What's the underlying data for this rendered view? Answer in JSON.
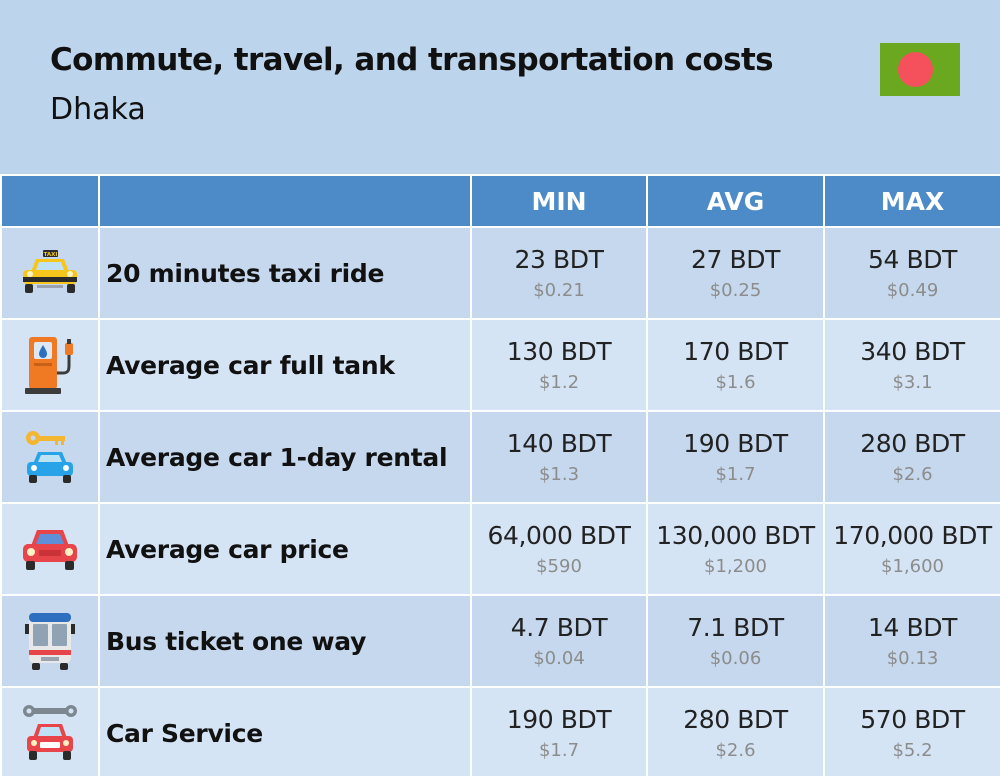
{
  "header": {
    "title": "Commute, travel, and transportation costs",
    "city": "Dhaka",
    "flag": {
      "icon": "bangladesh-flag-icon",
      "field_color": "#6aa820",
      "disc_color": "#f4515c"
    }
  },
  "colors": {
    "page_background": "#bcd5ed",
    "header_row": "#4c8bc8",
    "row_odd": "#c6d8ee",
    "row_even": "#d5e4f4"
  },
  "columns": [
    "MIN",
    "AVG",
    "MAX"
  ],
  "rows": [
    {
      "icon": "taxi-icon",
      "label": "20 minutes taxi ride",
      "min": {
        "local": "23 BDT",
        "usd": "$0.21"
      },
      "avg": {
        "local": "27 BDT",
        "usd": "$0.25"
      },
      "max": {
        "local": "54 BDT",
        "usd": "$0.49"
      }
    },
    {
      "icon": "fuel-pump-icon",
      "label": "Average car full tank",
      "min": {
        "local": "130 BDT",
        "usd": "$1.2"
      },
      "avg": {
        "local": "170 BDT",
        "usd": "$1.6"
      },
      "max": {
        "local": "340 BDT",
        "usd": "$3.1"
      }
    },
    {
      "icon": "car-rental-key-icon",
      "label": "Average car 1-day rental",
      "min": {
        "local": "140 BDT",
        "usd": "$1.3"
      },
      "avg": {
        "local": "190 BDT",
        "usd": "$1.7"
      },
      "max": {
        "local": "280 BDT",
        "usd": "$2.6"
      }
    },
    {
      "icon": "car-icon",
      "label": "Average car price",
      "min": {
        "local": "64,000 BDT",
        "usd": "$590"
      },
      "avg": {
        "local": "130,000 BDT",
        "usd": "$1,200"
      },
      "max": {
        "local": "170,000 BDT",
        "usd": "$1,600"
      }
    },
    {
      "icon": "bus-icon",
      "label": "Bus ticket one way",
      "min": {
        "local": "4.7 BDT",
        "usd": "$0.04"
      },
      "avg": {
        "local": "7.1 BDT",
        "usd": "$0.06"
      },
      "max": {
        "local": "14 BDT",
        "usd": "$0.13"
      }
    },
    {
      "icon": "car-service-wrench-icon",
      "label": "Car Service",
      "min": {
        "local": "190 BDT",
        "usd": "$1.7"
      },
      "avg": {
        "local": "280 BDT",
        "usd": "$2.6"
      },
      "max": {
        "local": "570 BDT",
        "usd": "$5.2"
      }
    }
  ]
}
